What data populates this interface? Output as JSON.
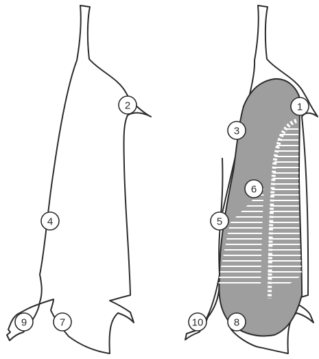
{
  "colors": {
    "outline": "#2b2b2b",
    "shaded_region": "#9e9e9e",
    "stripes": "#ffffff",
    "background": "#ffffff"
  },
  "left_figure": {
    "labels": [
      "2",
      "4",
      "7",
      "9"
    ]
  },
  "right_figure": {
    "labels": [
      "1",
      "3",
      "5",
      "6",
      "8",
      "10"
    ]
  }
}
